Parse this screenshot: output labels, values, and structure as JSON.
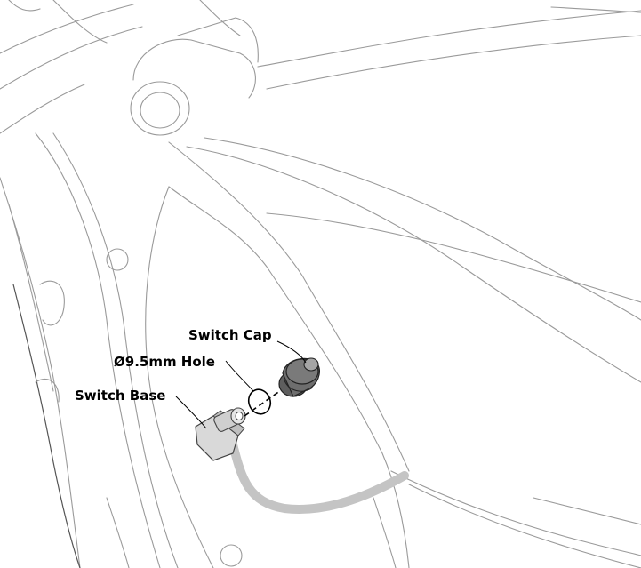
{
  "labels": {
    "switch_cap": "Switch Cap",
    "hole": "Ø9.5mm Hole",
    "switch_base": "Switch Base"
  },
  "colors": {
    "frame_line": "#9a9a9a",
    "cable": "#c4c4c4",
    "cap_body": "#6e6e6e",
    "cap_top": "#a5a5a5",
    "base_body": "#d9d9d9",
    "callout_text": "#000000"
  }
}
